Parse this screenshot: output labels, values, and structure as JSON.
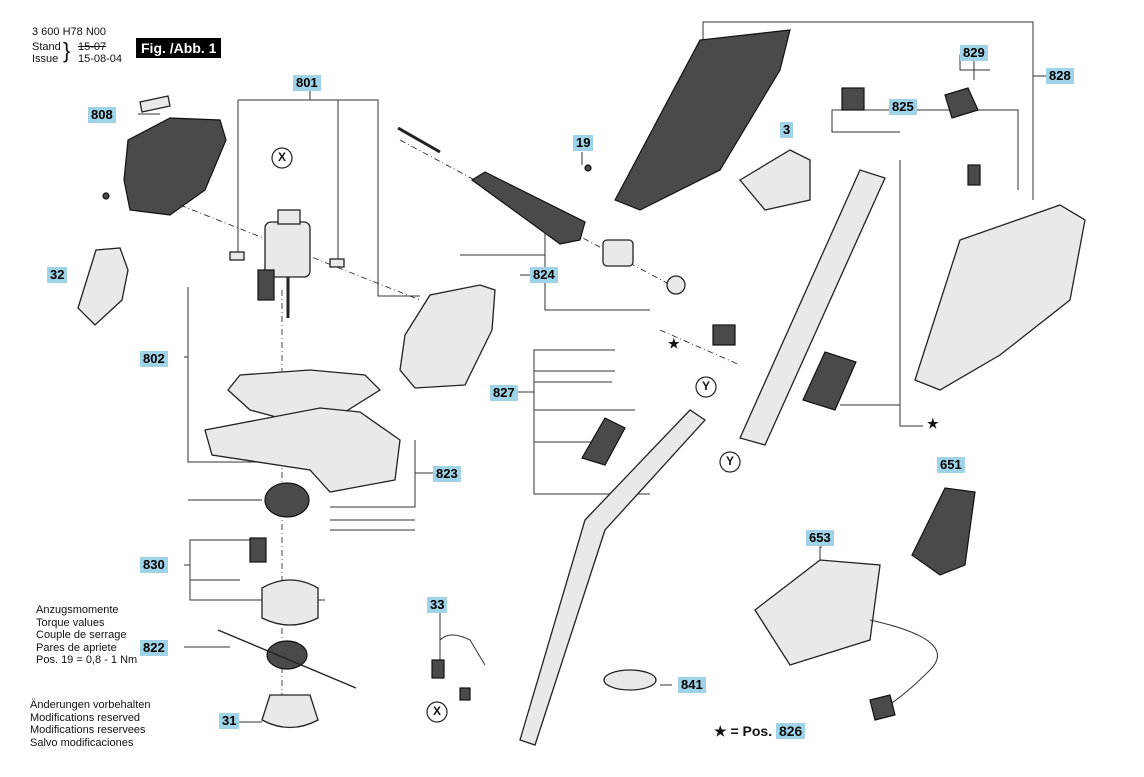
{
  "header": {
    "doc_number": "3 600 H78 N00",
    "stand_label": "Stand",
    "issue_label": "Issue",
    "stand_old": "15-07",
    "issue_date": "15-08-04",
    "figure_label": "Fig. /Abb. 1"
  },
  "callouts": [
    "808",
    "801",
    "19",
    "3",
    "829",
    "828",
    "825",
    "32",
    "824",
    "802",
    "827",
    "823",
    "651",
    "830",
    "653",
    "822",
    "33",
    "841",
    "31",
    "826"
  ],
  "circle_markers": [
    "X",
    "Y",
    "Y",
    "X"
  ],
  "torque_note": {
    "lines": [
      "Anzugsmomente",
      "Torque values",
      "Couple de serrage",
      "Pares de apriete"
    ],
    "spec": "Pos.   19 = 0,8 - 1 Nm"
  },
  "modifications_note": [
    "Änderungen vorbehalten",
    "Modifications reserved",
    "Modifications reservees",
    "Salvo modificaciones"
  ],
  "legend": {
    "star": "★",
    "text": "= Pos.",
    "number": "826"
  }
}
